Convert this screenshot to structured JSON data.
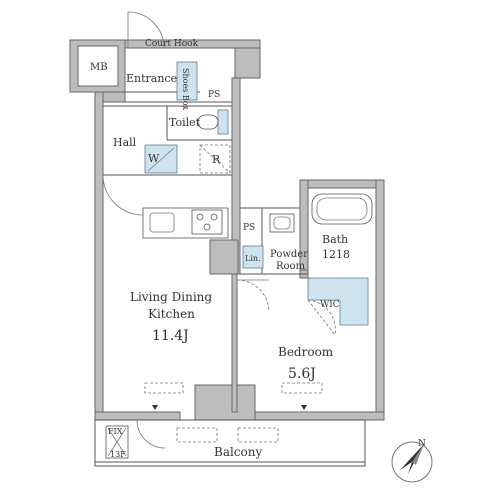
{
  "labels": {
    "court_hook": "Court Hook",
    "mb": "MB",
    "entrance": "Entrance",
    "shoes_box": "Shoes Box",
    "ps_top": "PS",
    "toilet": "Toilet",
    "hall": "Hall",
    "w": "W",
    "r": "R",
    "ps_mid": "PS",
    "lin": "Lin.",
    "powder_room_1": "Powder",
    "powder_room_2": "Room",
    "bath": "Bath",
    "bath_size": "1218",
    "wic": "WIC",
    "ldk_1": "Living Dining",
    "ldk_2": "Kitchen",
    "ldk_area": "11.4J",
    "bedroom": "Bedroom",
    "bedroom_area": "5.6J",
    "fix": "FIX",
    "floor_13f": "13F",
    "balcony": "Balcony",
    "north": "N"
  },
  "colors": {
    "wall": "#bdbdbd",
    "storage_fill": "#cfe3ef",
    "line": "#555555"
  }
}
